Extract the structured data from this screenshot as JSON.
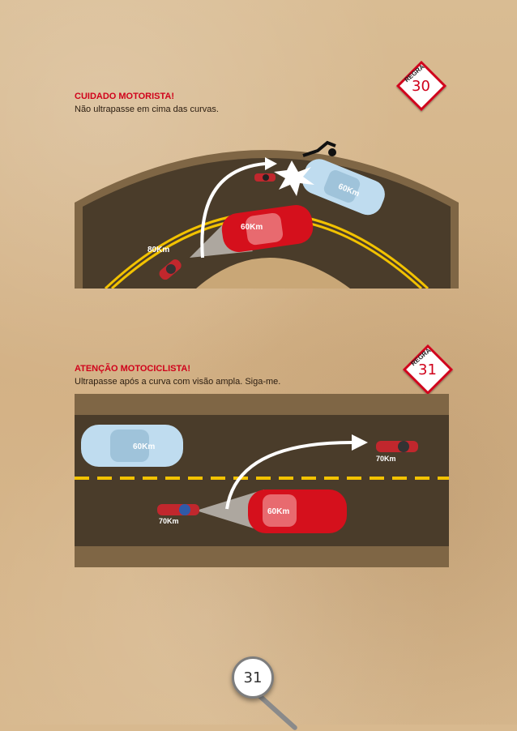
{
  "rule30": {
    "title": "CUIDADO MOTORISTA!",
    "subtitle": "Não ultrapasse em cima das curvas.",
    "badge_label": "REGRA",
    "badge_number": "30",
    "moto_speed": "80Km",
    "car_red_speed": "60Km",
    "car_blue_speed": "60Km"
  },
  "rule31": {
    "title": "ATENÇÃO MOTOCICLISTA!",
    "subtitle": "Ultrapasse após a curva com visão ampla. Siga-me.",
    "badge_label": "REGRA",
    "badge_number": "31",
    "moto_speed": "70Km",
    "moto_ahead_speed": "70Km",
    "car_red_speed": "60Km",
    "car_blue_speed": "60Km"
  },
  "page_number": "31",
  "colors": {
    "title_red": "#d0021b",
    "road": "#4a3c2a",
    "lane_yellow": "#f2c200",
    "car_red": "#d5101c",
    "car_blue": "#bfdcef"
  }
}
